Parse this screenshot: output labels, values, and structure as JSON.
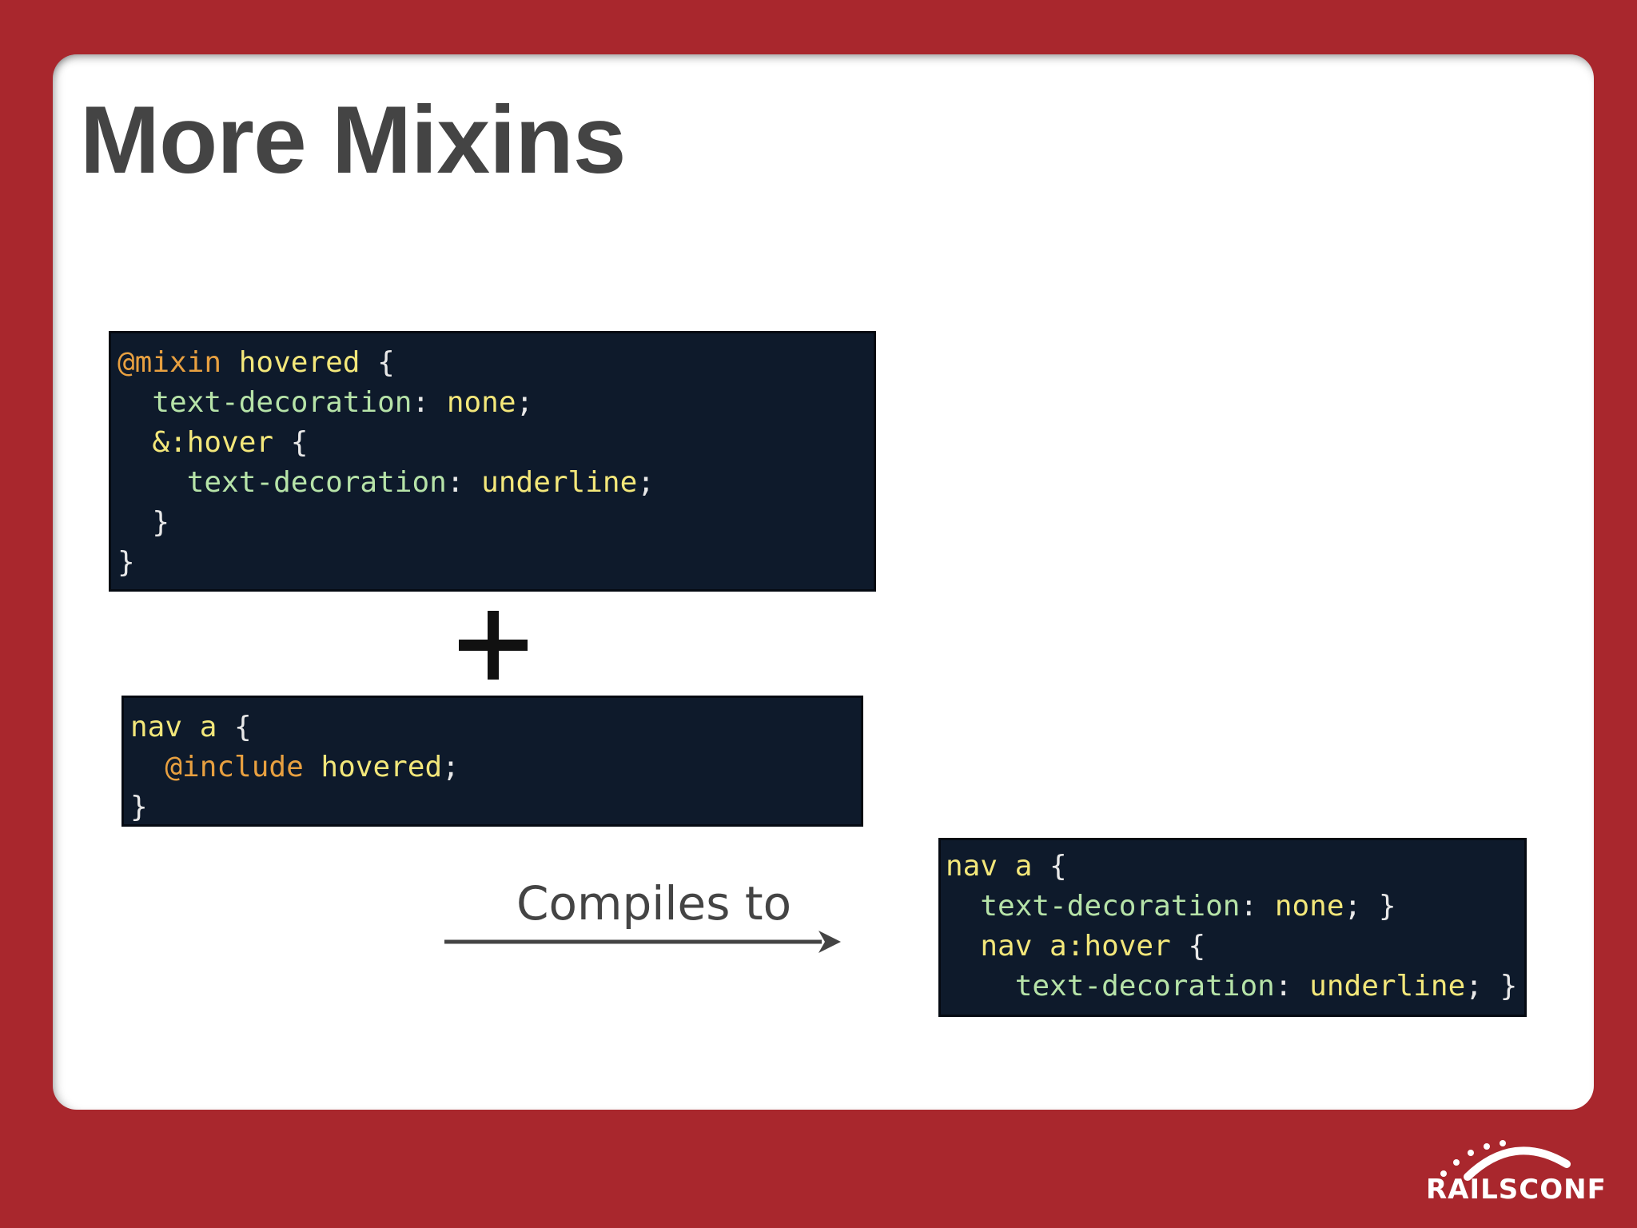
{
  "slide": {
    "title": "More Mixins"
  },
  "code_mixin": {
    "l1_at": "@mixin",
    "l1_sel": " hovered ",
    "l1_punc": "{",
    "l2_prop": "  text-decoration",
    "l2_punc": ": ",
    "l2_val": "none",
    "l2_end": ";",
    "l3_sel": "  &:hover ",
    "l3_punc": "{",
    "l4_prop": "    text-decoration",
    "l4_punc": ": ",
    "l4_val": "underline",
    "l4_end": ";",
    "l5": "  }",
    "l6": "}"
  },
  "code_include": {
    "l1_sel": "nav a ",
    "l1_punc": "{",
    "l2_at": "  @include",
    "l2_sel": " hovered",
    "l2_end": ";",
    "l3": "}"
  },
  "connector": {
    "plus_icon": "plus-icon",
    "label": "Compiles to",
    "arrow_icon": "arrow-right-icon"
  },
  "code_output": {
    "l1_sel": "nav a ",
    "l1_punc": "{",
    "l2_prop": "  text-decoration",
    "l2_punc": ": ",
    "l2_val": "none",
    "l2_end": "; }",
    "l3_sel": "  nav a:hover ",
    "l3_punc": "{",
    "l4_prop": "    text-decoration",
    "l4_punc": ": ",
    "l4_val": "underline",
    "l4_end": "; }"
  },
  "footer": {
    "logo_text": "RAILSCONF"
  },
  "colors": {
    "frame": "#a9272d",
    "code_bg": "#0e1a2b",
    "title": "#444444"
  }
}
